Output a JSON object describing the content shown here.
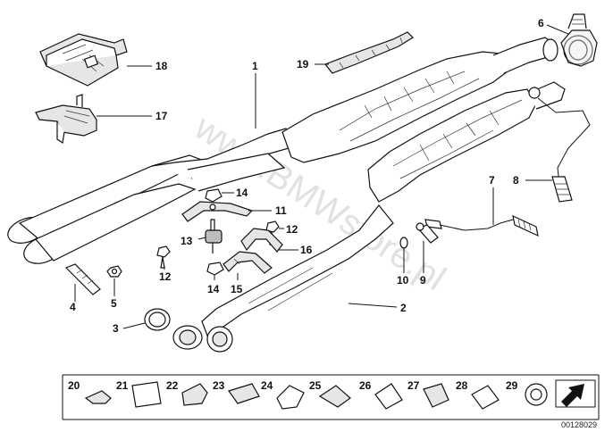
{
  "diagram": {
    "watermark": "www.BMWstore.pl",
    "reference_number": "00128029",
    "part_labels": [
      "1",
      "2",
      "3",
      "4",
      "5",
      "6",
      "7",
      "8",
      "9",
      "10",
      "11",
      "12",
      "12",
      "13",
      "14",
      "14",
      "15",
      "16",
      "17",
      "18",
      "19"
    ],
    "strip_labels": [
      "20",
      "21",
      "22",
      "23",
      "24",
      "25",
      "26",
      "27",
      "28",
      "29"
    ]
  }
}
